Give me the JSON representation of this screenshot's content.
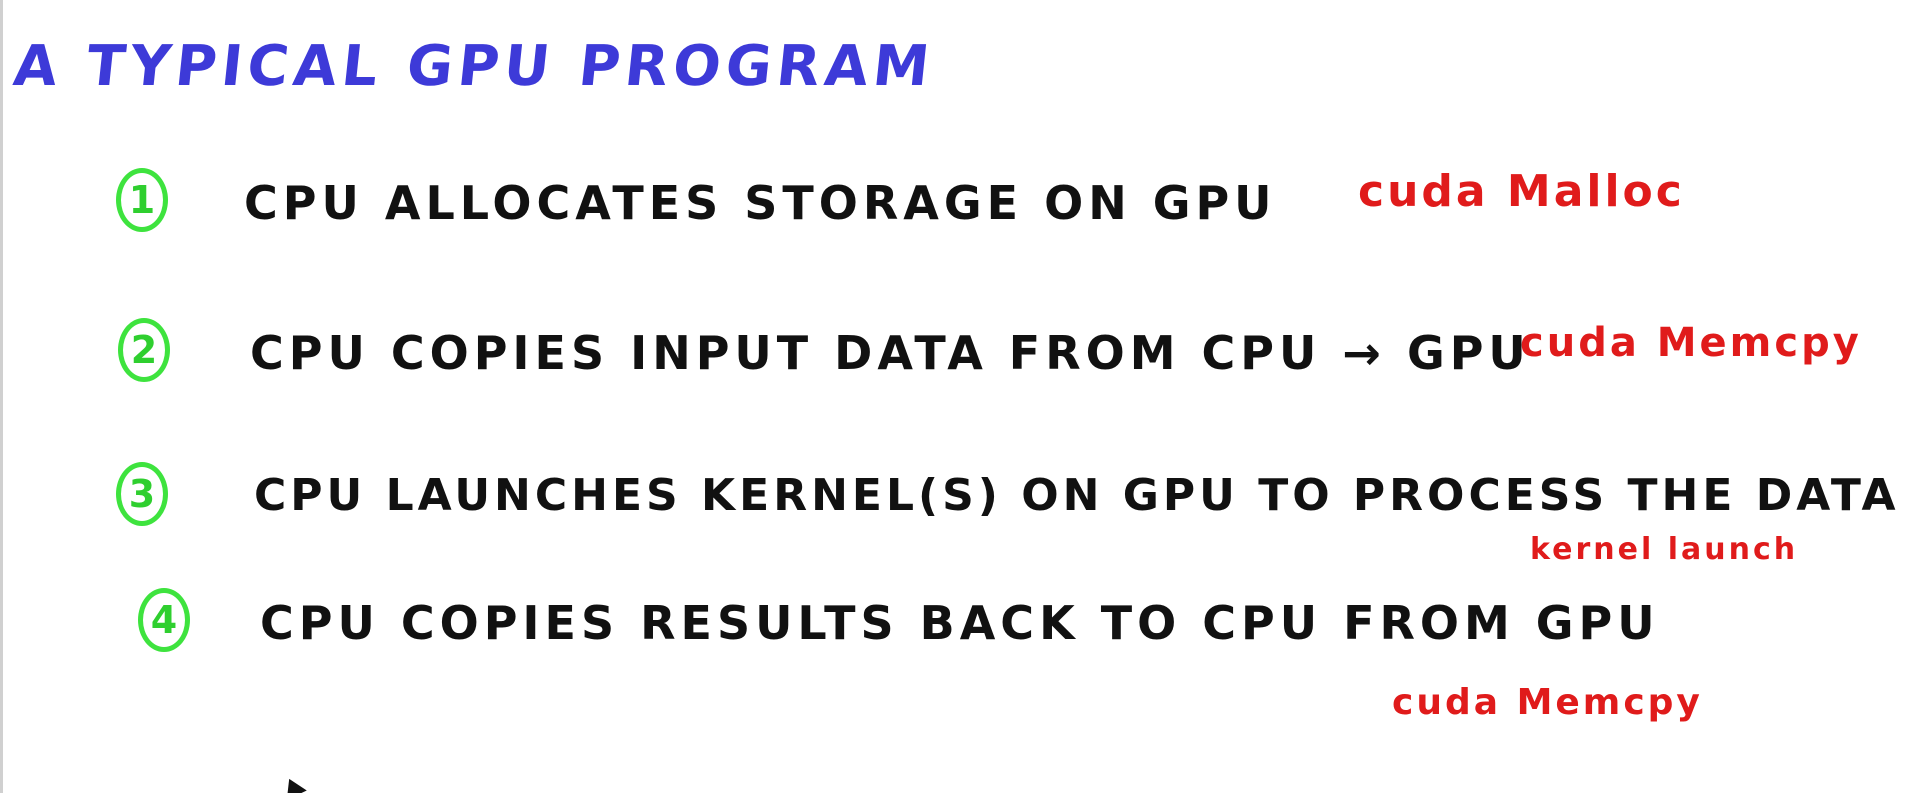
{
  "title": "A TYPICAL GPU PROGRAM",
  "steps": [
    {
      "number": "1",
      "text": "CPU ALLOCATES STORAGE ON GPU",
      "api": "cuda Malloc"
    },
    {
      "number": "2",
      "text": "CPU COPIES INPUT DATA FROM CPU → GPU",
      "api": "cuda Memcpy"
    },
    {
      "number": "3",
      "text": "CPU LAUNCHES KERNEL(S) ON GPU TO PROCESS THE DATA",
      "api": "kernel launch"
    },
    {
      "number": "4",
      "text": "CPU COPIES RESULTS BACK TO CPU FROM GPU",
      "api": "cuda Memcpy"
    }
  ],
  "colors": {
    "title": "#3d3ad8",
    "step_number": "#3ee33e",
    "step_text": "#111111",
    "api": "#e01b1b",
    "board": "#ffffff"
  }
}
